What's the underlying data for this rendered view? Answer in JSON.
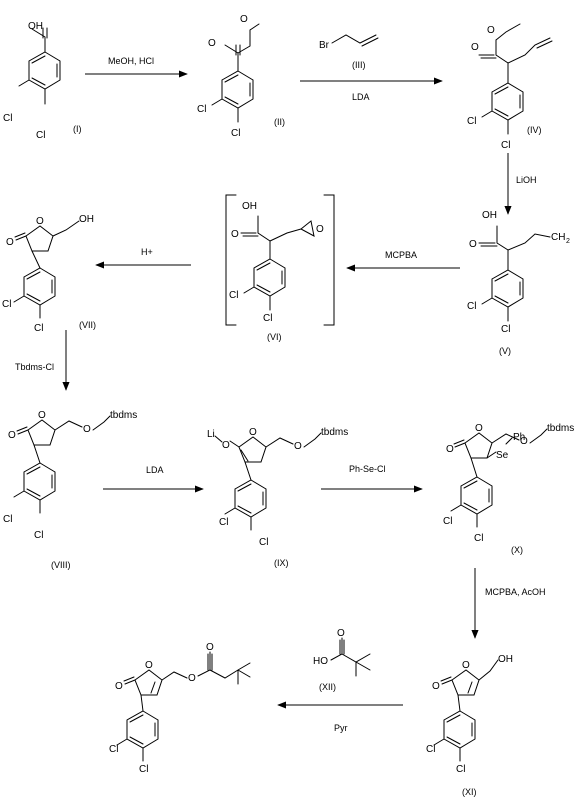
{
  "compounds": {
    "I": {
      "label": "(I)",
      "atoms": {
        "oh": "OH",
        "cl1": "Cl",
        "cl2": "Cl"
      }
    },
    "II": {
      "label": "(II)",
      "atoms": {
        "o1": "O",
        "o2": "O",
        "cl1": "Cl",
        "cl2": "Cl"
      }
    },
    "III": {
      "label": "(III)",
      "atoms": {
        "br": "Br"
      }
    },
    "IV": {
      "label": "(IV)",
      "atoms": {
        "o1": "O",
        "o2": "O",
        "cl1": "Cl",
        "cl2": "Cl"
      }
    },
    "V": {
      "label": "(V)",
      "atoms": {
        "oh": "OH",
        "o": "O",
        "cl1": "Cl",
        "cl2": "Cl"
      }
    },
    "VI": {
      "label": "(VI)",
      "atoms": {
        "oh": "OH",
        "o": "O",
        "oep": "O",
        "cl1": "Cl",
        "cl2": "Cl"
      }
    },
    "VII": {
      "label": "(VII)",
      "atoms": {
        "oring": "O",
        "oket": "O",
        "oh": "OH",
        "cl1": "Cl",
        "cl2": "Cl"
      }
    },
    "VIII": {
      "label": "(VIII)",
      "atoms": {
        "oring": "O",
        "oket": "O",
        "o": "O",
        "tbdms": "tbdms",
        "cl1": "Cl",
        "cl2": "Cl"
      }
    },
    "IX": {
      "label": "(IX)",
      "atoms": {
        "li": "Li",
        "oli": "O",
        "oring": "O",
        "o": "O",
        "tbdms": "tbdms",
        "cl1": "Cl",
        "cl2": "Cl"
      }
    },
    "X": {
      "label": "(X)",
      "atoms": {
        "oring": "O",
        "oket": "O",
        "o": "O",
        "tbdms": "tbdms",
        "se": "Se",
        "ph": "Ph",
        "cl1": "Cl",
        "cl2": "Cl"
      }
    },
    "XI": {
      "label": "(XI)",
      "atoms": {
        "oring": "O",
        "oket": "O",
        "oh": "OH",
        "cl1": "Cl",
        "cl2": "Cl"
      }
    },
    "XII": {
      "label": "(XII)",
      "atoms": {
        "ho": "HO",
        "o": "O"
      }
    },
    "P": {
      "atoms": {
        "oring": "O",
        "oket": "O",
        "o1": "O",
        "o2": "O",
        "cl1": "Cl",
        "cl2": "Cl"
      }
    }
  },
  "reagents": {
    "r1": "MeOH,  HCl",
    "r2": "LDA",
    "r3": "LiOH",
    "r4": "MCPBA",
    "r5": "H+",
    "r6": "Tbdms-Cl",
    "r7": "LDA",
    "r8": "Ph-Se-Cl",
    "r9": "MCPBA, AcOH",
    "r10": "Pyr"
  }
}
